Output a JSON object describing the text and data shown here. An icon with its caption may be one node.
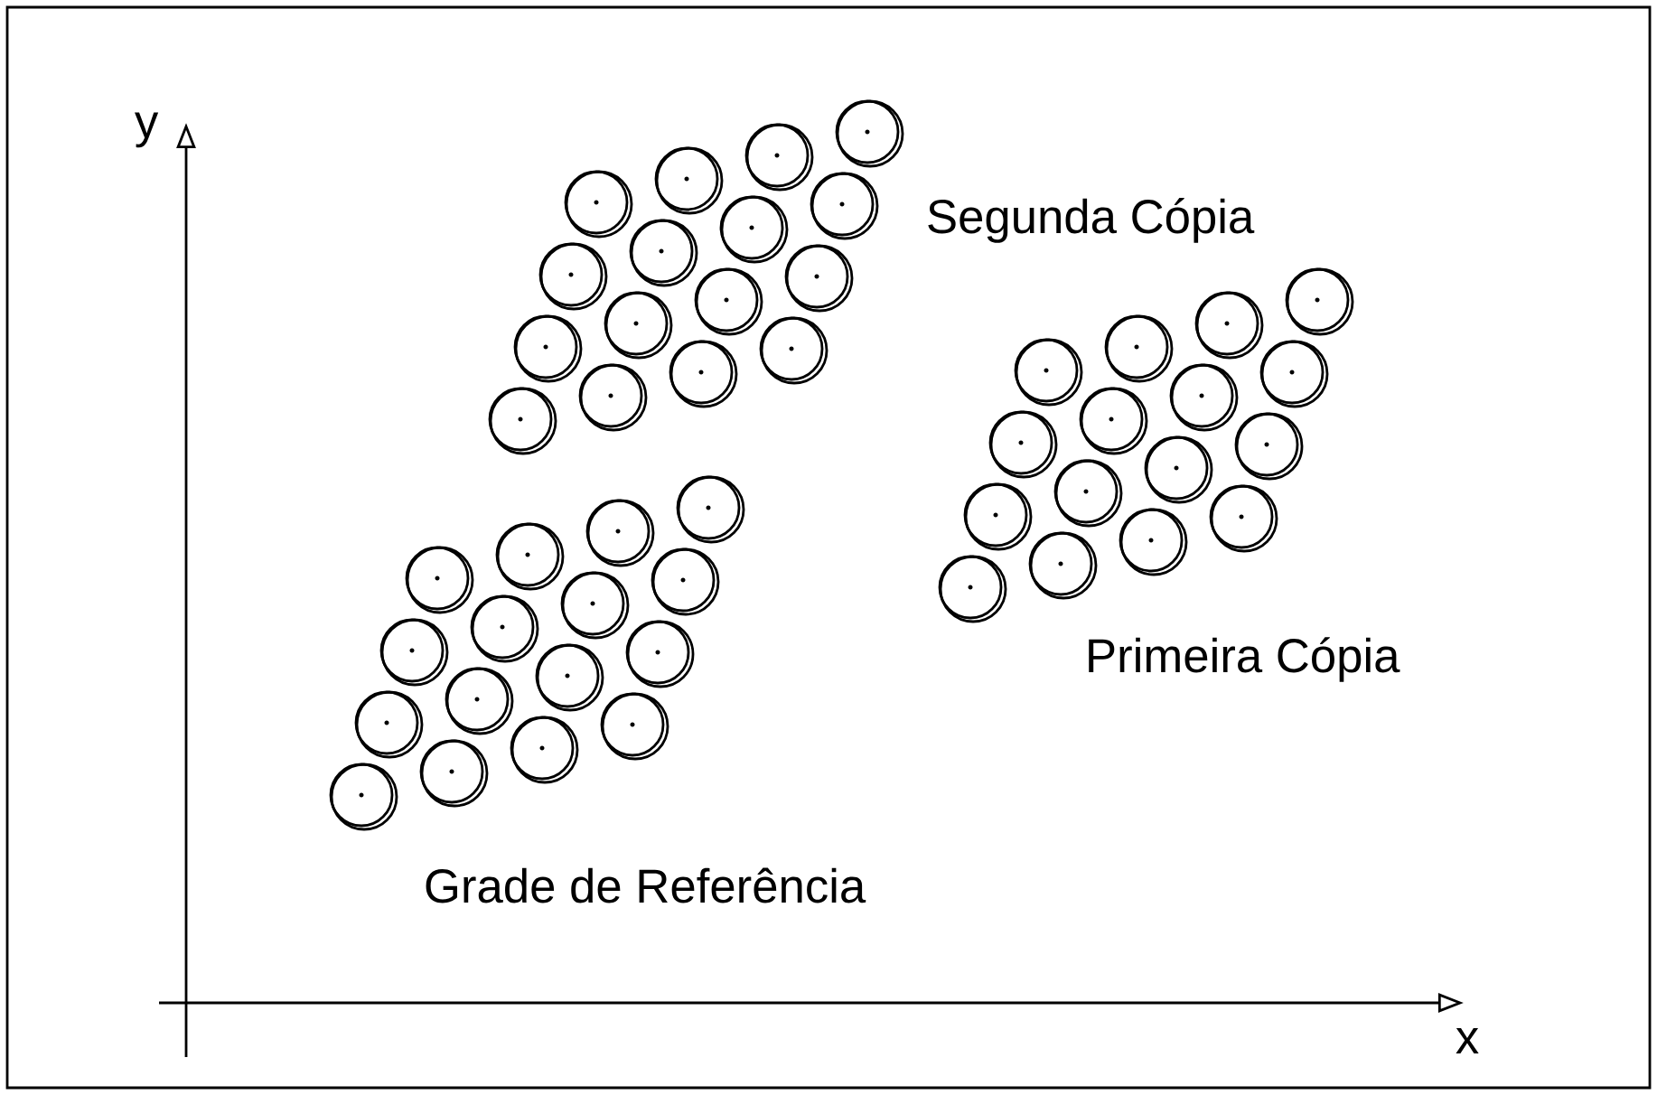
{
  "diagram": {
    "labels": [
      "y",
      "Segunda Cópia",
      "Primeira Cópia",
      "Grade de Referência",
      "x"
    ]
  }
}
